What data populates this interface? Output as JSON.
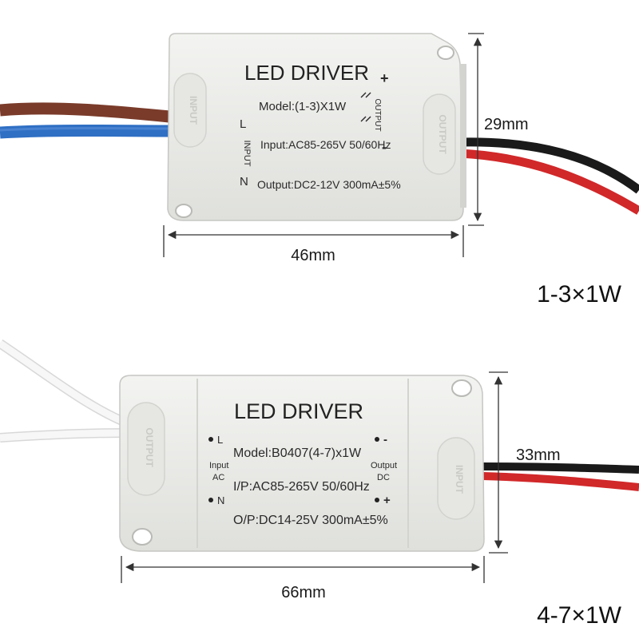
{
  "top_driver": {
    "title": "LED DRIVER",
    "model": "Model:(1-3)X1W",
    "input": "Input:AC85-265V 50/60Hz",
    "output": "Output:DC2-12V 300mA±5%",
    "input_side": "INPUT",
    "pin_l": "L",
    "pin_n": "N",
    "output_side": "OUTPUT",
    "pin_plus": "+",
    "pin_minus": "-",
    "emboss_left": "INPUT",
    "emboss_right": "OUTPUT",
    "height_label": "29mm",
    "width_label": "46mm",
    "variant_label": "1-3×1W"
  },
  "bottom_driver": {
    "title": "LED DRIVER",
    "model": "Model:B0407(4-7)x1W",
    "input": "I/P:AC85-265V 50/60Hz",
    "output": "O/P:DC14-25V 300mA±5%",
    "pin_l": "L",
    "pin_n": "N",
    "input_label": "Input",
    "input_sub": "AC",
    "output_label": "Output",
    "output_sub": "DC",
    "pin_minus": "-",
    "pin_plus": "+",
    "emboss_left": "OUTPUT",
    "emboss_right": "INPUT",
    "height_label": "33mm",
    "width_label": "66mm",
    "variant_label": "4-7×1W"
  },
  "colors": {
    "case_body": "#ecedea",
    "case_shadow": "#cfd0cc",
    "wire_brown": "#7a3b2a",
    "wire_blue": "#2f6fc4",
    "wire_red": "#d1282a",
    "wire_black": "#1a1a1a",
    "wire_white": "#f4f4f4"
  }
}
